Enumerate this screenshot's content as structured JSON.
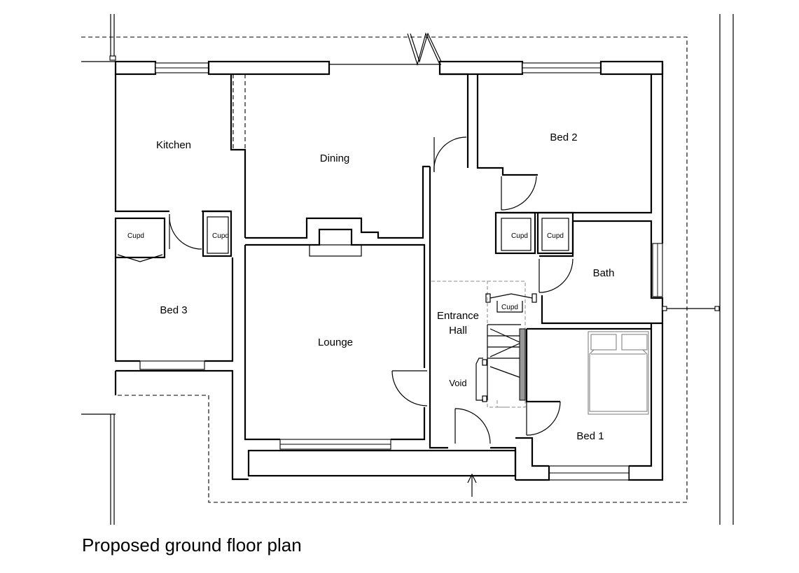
{
  "caption": "Proposed ground floor plan",
  "rooms": {
    "kitchen": "Kitchen",
    "dining": "Dining",
    "bed2": "Bed 2",
    "bed3": "Bed 3",
    "lounge": "Lounge",
    "bath": "Bath",
    "bed1": "Bed 1",
    "hall_line1": "Entrance",
    "hall_line2": "Hall",
    "void": "Void"
  },
  "cupboards": {
    "cupd1": "Cupd",
    "cupd2": "Cupd",
    "cupd3": "Cupd",
    "cupd4": "Cupd",
    "cupd5": "Cupd"
  }
}
